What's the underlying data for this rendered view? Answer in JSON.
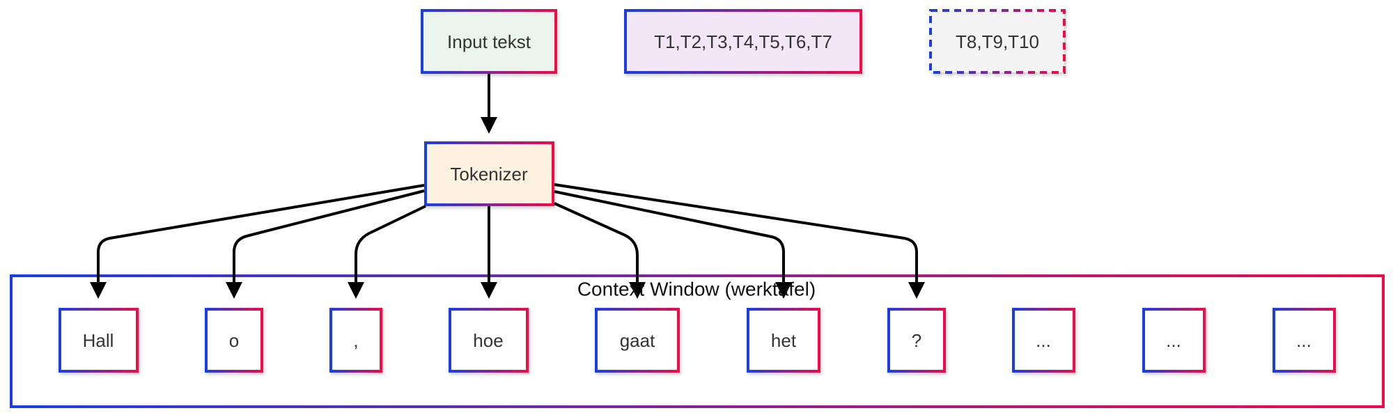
{
  "colors": {
    "border_start": "#1a3ee0",
    "border_end": "#ef0a4a",
    "input_fill": "#eaf4ea",
    "seq_fill": "#f3e6f6",
    "overflow_fill": "#f4f4f4",
    "tokenizer_fill": "#fdf1e0",
    "token_fill": "#ffffff",
    "edge": "#000000"
  },
  "nodes": {
    "input": {
      "label": "Input tekst"
    },
    "sequence": {
      "label": "T1,T2,T3,T4,T5,T6,T7"
    },
    "overflow": {
      "label": "T8,T9,T10"
    },
    "tokenizer": {
      "label": "Tokenizer"
    }
  },
  "context_window": {
    "label": "Context Window (werktafel)",
    "tokens": [
      "Hall",
      "o",
      ",",
      "hoe",
      "gaat",
      "het",
      "?",
      "...",
      "...",
      "..."
    ]
  },
  "edges": [
    {
      "from": "Input tekst",
      "to": "Tokenizer"
    },
    {
      "from": "Tokenizer",
      "to": "Hall"
    },
    {
      "from": "Tokenizer",
      "to": "o"
    },
    {
      "from": "Tokenizer",
      "to": ","
    },
    {
      "from": "Tokenizer",
      "to": "hoe"
    },
    {
      "from": "Tokenizer",
      "to": "gaat"
    },
    {
      "from": "Tokenizer",
      "to": "het"
    },
    {
      "from": "Tokenizer",
      "to": "?"
    }
  ]
}
